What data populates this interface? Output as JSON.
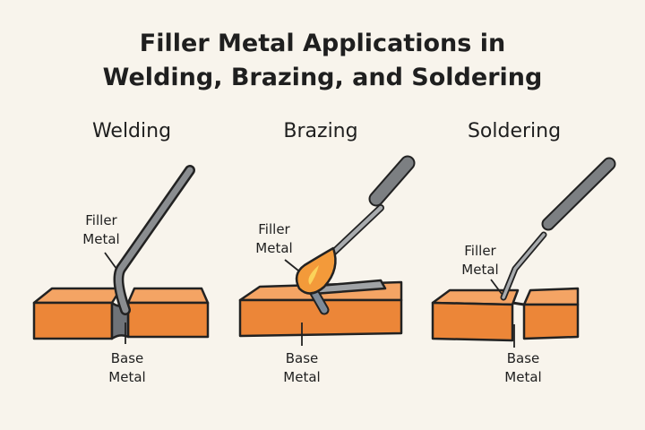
{
  "title": [
    "Filler Metal Applications in",
    "Welding, Brazing, and Soldering"
  ],
  "panels": [
    {
      "heading": "Welding",
      "filler_label": [
        "Filler",
        "Metal"
      ],
      "base_label": [
        "Base",
        "Metal"
      ]
    },
    {
      "heading": "Brazing",
      "filler_label": [
        "Filler",
        "Metal"
      ],
      "base_label": [
        "Base",
        "Metal"
      ]
    },
    {
      "heading": "Soldering",
      "filler_label": [
        "Filler",
        "Metal"
      ],
      "base_label": [
        "Base",
        "Metal"
      ]
    }
  ],
  "colors": {
    "background": "#f8f4ec",
    "metal_top": "#f4a464",
    "metal_front": "#ec8638",
    "rod": "#8a8d90",
    "flame": "#f39a3a"
  }
}
